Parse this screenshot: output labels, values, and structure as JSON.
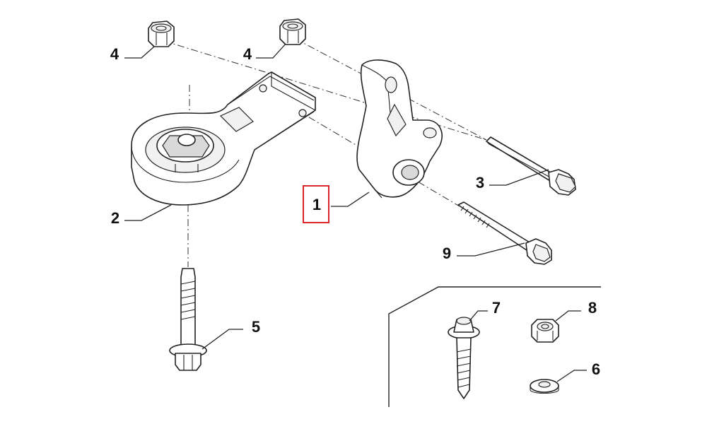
{
  "diagram": {
    "callouts": {
      "part1": "1",
      "part2": "2",
      "part3": "3",
      "part4a": "4",
      "part4b": "4",
      "part5": "5",
      "part6": "6",
      "part7": "7",
      "part8": "8",
      "part9": "9"
    },
    "highlighted_callout": "1",
    "highlight_color": "#d9262b",
    "line_color": "#222222"
  }
}
